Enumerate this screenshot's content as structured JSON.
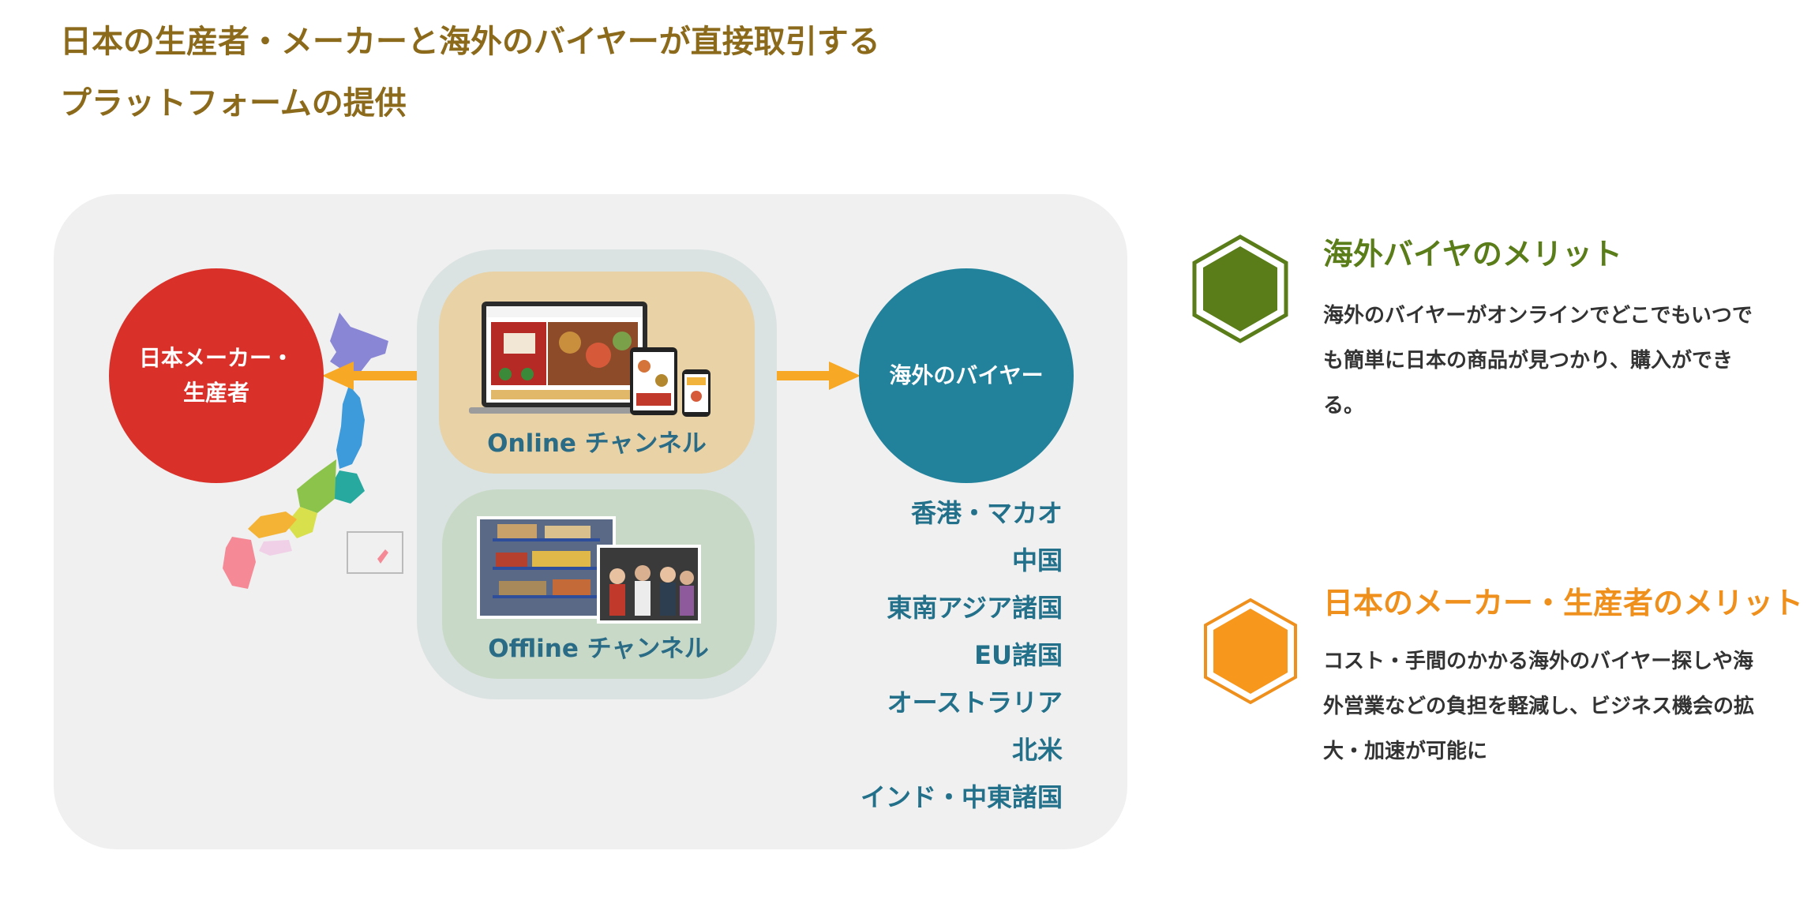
{
  "title": "日本の生産者・メーカーと海外のバイヤーが直接取引するプラットフォームの提供",
  "maker": {
    "label_line1": "日本メーカー・",
    "label_line2": "生産者"
  },
  "buyer": {
    "label": "海外のバイヤー"
  },
  "channels": {
    "online": "Online チャンネル",
    "offline": "Offline チャンネル"
  },
  "regions": [
    "香港・マカオ",
    "中国",
    "東南アジア諸国",
    "EU諸国",
    "オーストラリア",
    "北米",
    "インド・中東諸国"
  ],
  "benefits": {
    "buyer": {
      "title": "海外バイヤのメリット",
      "text": "海外のバイヤーがオンラインでどこでもいつでも簡単に日本の商品が見つかり、購入ができる。",
      "color": "#5a7d1a"
    },
    "maker": {
      "title": "日本のメーカー・生産者のメリット",
      "text": "コスト・手間のかかる海外のバイヤー探しや海外営業などの負担を軽減し、ビジネス機会の拡大・加速が可能に",
      "color": "#f0901c"
    }
  },
  "colors": {
    "arrow": "#f7a824",
    "maker_circle": "#d9312a",
    "buyer_circle": "#22829c"
  }
}
